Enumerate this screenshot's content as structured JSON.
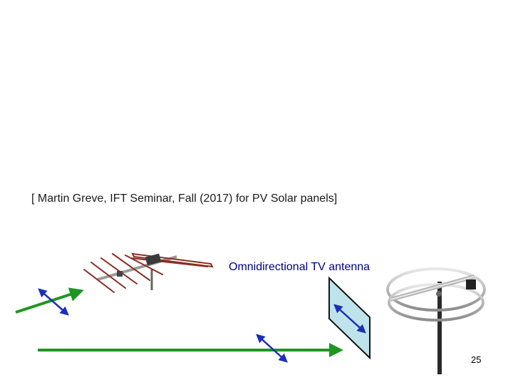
{
  "slide": {
    "citation": "[ Martin Greve,  IFT Seminar, Fall (2017)  for PV Solar panels]",
    "antenna_label": "Omnidirectional TV antenna",
    "page_number": "25"
  },
  "colors": {
    "wave_arrow": "#1e9620",
    "polarization_arrow": "#1d2fb8",
    "panel_fill": "#bfe3ea",
    "yagi_element": "#8a2d22",
    "boom": "#9a9a9a"
  },
  "icons": {
    "yagi": "yagi-antenna-icon",
    "omni": "omnidirectional-antenna-icon",
    "panel": "polarizer-panel-icon"
  }
}
